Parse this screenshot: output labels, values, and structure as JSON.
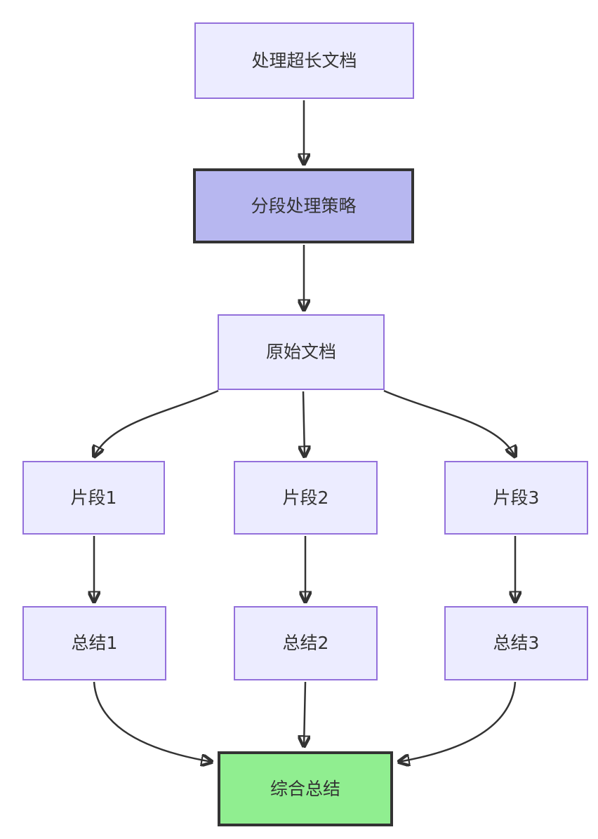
{
  "diagram": {
    "type": "flowchart",
    "direction": "top-down",
    "nodes": {
      "doc": {
        "label": "处理超长文档",
        "style": "default"
      },
      "strategy": {
        "label": "分段处理策略",
        "style": "highlight"
      },
      "source": {
        "label": "原始文档",
        "style": "default"
      },
      "seg1": {
        "label": "片段1",
        "style": "default"
      },
      "seg2": {
        "label": "片段2",
        "style": "default"
      },
      "seg3": {
        "label": "片段3",
        "style": "default"
      },
      "sum1": {
        "label": "总结1",
        "style": "default"
      },
      "sum2": {
        "label": "总结2",
        "style": "default"
      },
      "sum3": {
        "label": "总结3",
        "style": "default"
      },
      "final": {
        "label": "综合总结",
        "style": "success"
      }
    },
    "edges": [
      {
        "from": "处理超长文档",
        "to": "分段处理策略"
      },
      {
        "from": "分段处理策略",
        "to": "原始文档"
      },
      {
        "from": "原始文档",
        "to": "片段1"
      },
      {
        "from": "原始文档",
        "to": "片段2"
      },
      {
        "from": "原始文档",
        "to": "片段3"
      },
      {
        "from": "片段1",
        "to": "总结1"
      },
      {
        "from": "片段2",
        "to": "总结2"
      },
      {
        "from": "片段3",
        "to": "总结3"
      },
      {
        "from": "总结1",
        "to": "综合总结"
      },
      {
        "from": "总结2",
        "to": "综合总结"
      },
      {
        "from": "总结3",
        "to": "综合总结"
      }
    ],
    "colors": {
      "node_fill": "#ECECFF",
      "node_border": "#9370DB",
      "highlight_fill": "#b7b7f0",
      "highlight_border": "#333333",
      "success_fill": "#90EE90",
      "success_border": "#333333",
      "edge": "#333333",
      "text": "#333333",
      "background": "#ffffff"
    }
  }
}
